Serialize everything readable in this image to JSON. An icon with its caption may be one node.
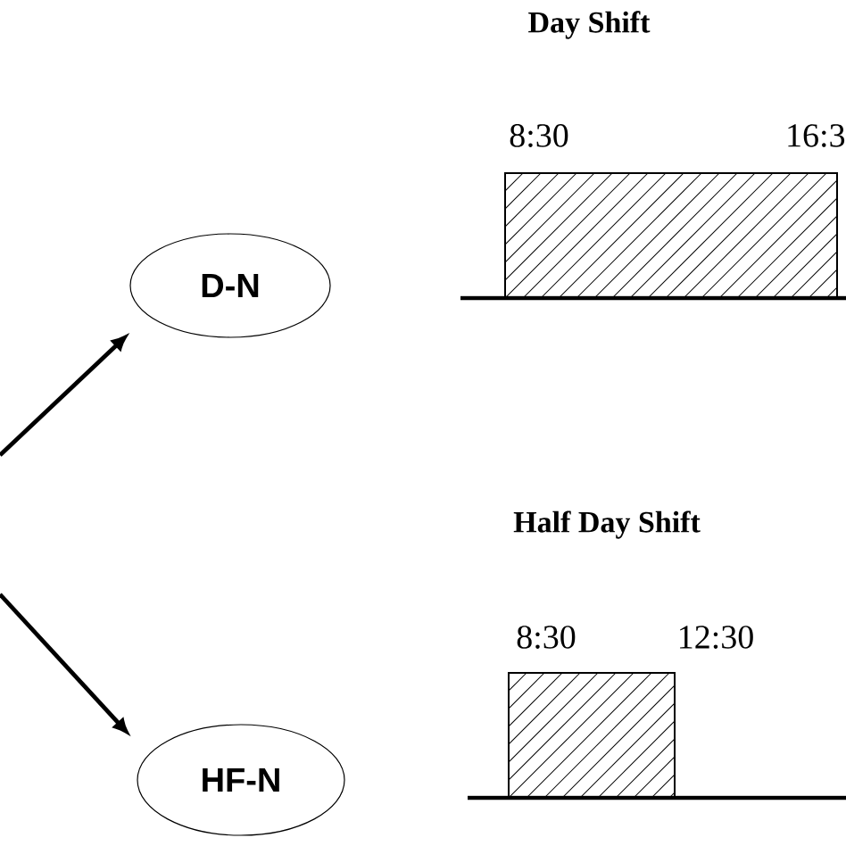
{
  "diagram": {
    "nodes": [
      {
        "text": [
          "D-N"
        ]
      },
      {
        "text": [
          "HF-N"
        ]
      }
    ],
    "edges": [
      {
        "from": null,
        "to": 0,
        "arrow": "to"
      },
      {
        "from": null,
        "to": 1,
        "arrow": "to"
      }
    ],
    "labels": [
      "Day Shift",
      "8:30",
      "16:3",
      "Half Day Shift",
      "8:30",
      "12:30"
    ]
  }
}
